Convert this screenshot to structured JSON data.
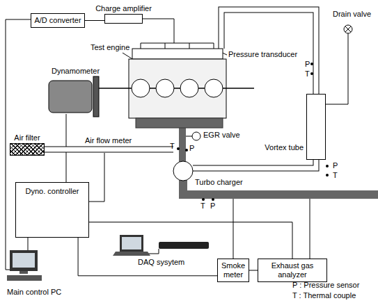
{
  "diagram": {
    "nodes": [
      {
        "text": [
          "A/D converter"
        ]
      },
      {
        "text": [
          "Charge amplifier"
        ]
      },
      {
        "text": [
          "Vortex tube"
        ]
      },
      {
        "text": [
          "Air filter"
        ]
      },
      {
        "text": [
          "Dyno. controller"
        ]
      },
      {
        "text": [
          "Smoke meter"
        ]
      },
      {
        "text": [
          "Exhaust gas analyzer"
        ]
      }
    ],
    "edges": [
      {
        "from": 0,
        "to": 1,
        "arrow": "none"
      },
      {
        "from": 4,
        "to": 5,
        "arrow": "none"
      },
      {
        "from": 4,
        "to": 6,
        "arrow": "none"
      },
      {
        "from": 5,
        "to": 6,
        "arrow": "none"
      }
    ],
    "labels": [
      "Pressure transducer",
      "P",
      "T",
      "Drain valve",
      "Test engine",
      "Dynamometer",
      "P",
      "T",
      "EGR valve",
      "T",
      "P",
      "Air flow meter",
      "Turbo charger",
      "T",
      "P",
      "Main control PC",
      "DAQ sysytem"
    ],
    "legend": [
      {
        "text": "P : Pressure sensor"
      },
      {
        "text": "T : Thermal couple"
      }
    ]
  }
}
